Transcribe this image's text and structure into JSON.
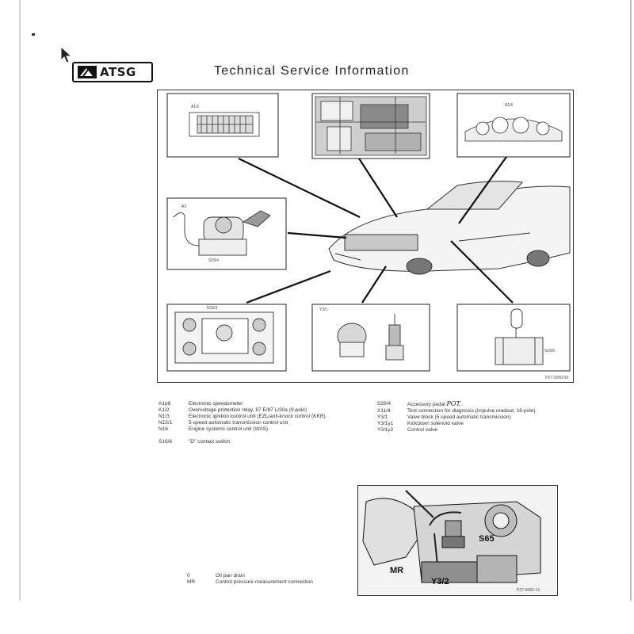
{
  "header": {
    "logo_text": "ATSG",
    "title": "Technical Service Information"
  },
  "figure": {
    "callouts": {
      "top_left": "A1/1",
      "top_right": "A1/6",
      "mid_left_a": "A3",
      "mid_left_b": "S29/4",
      "bottom_left": "N15/3",
      "bottom_mid": "Y3/1",
      "bottom_right": "S16/6"
    },
    "code": "P27-3090-58"
  },
  "legend": {
    "left": [
      {
        "code": "A1p8",
        "desc": "Electronic speedometer"
      },
      {
        "code": "K1/2",
        "desc": "Overvoltage protection relay, 87 E/87 L/30a (9-pole)"
      },
      {
        "code": "N1/3",
        "desc": "Electronic ignition control unit (EZL/anti-knock control (KKR)"
      },
      {
        "code": "N15/1",
        "desc": "5-speed automatic transmission control unit"
      },
      {
        "code": "N16",
        "desc": "Engine systems control unit (WAS)"
      },
      {
        "code": "S16/6",
        "desc": "\"D\" contact switch"
      }
    ],
    "right": [
      {
        "code": "S29/4",
        "desc": "Accessory pedal",
        "note": "POT."
      },
      {
        "code": "X11/4",
        "desc": "Test connection for diagnosis (impulse readout, 16-pole)"
      },
      {
        "code": "Y3/1",
        "desc": "Valve block (5-speed automatic transmission)"
      },
      {
        "code": "Y3/1y1",
        "desc": "Kickdown solenoid valve"
      },
      {
        "code": "Y3/1y2",
        "desc": "Control valve"
      }
    ]
  },
  "figure2": {
    "labels": {
      "s65": "S65",
      "mr": "MR",
      "y32": "Y3/2"
    },
    "code": "P27-0081-13"
  },
  "legend2": [
    {
      "code": "0",
      "desc": "Oil pan drain"
    },
    {
      "code": "MR",
      "desc": "Control pressure measurement connection"
    }
  ]
}
